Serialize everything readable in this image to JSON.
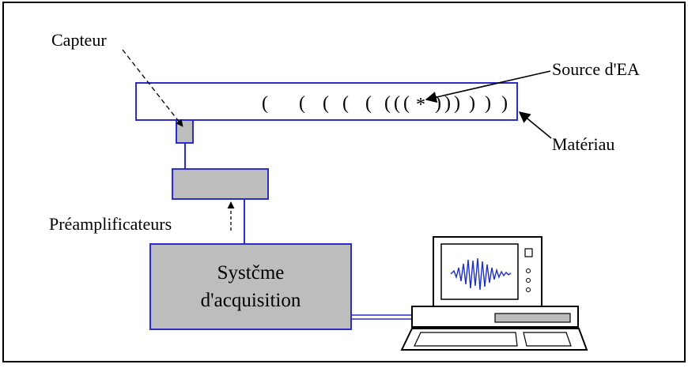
{
  "labels": {
    "capteur": "Capteur",
    "source": "Source d'EA",
    "materiau": "Matériau",
    "preamp": "Préamplificateurs",
    "systeme_line1": "Systčme",
    "systeme_line2": "d'acquisition"
  },
  "wave_glyphs": {
    "left": [
      "(",
      "(",
      "(",
      "(",
      "(",
      "(",
      "(",
      "("
    ],
    "center": "*",
    "right": [
      ")",
      ")",
      ")",
      ")",
      ")",
      ")"
    ]
  },
  "colors": {
    "outline": "#2b2bd0",
    "box_fill": "#bdbdbd",
    "monitor_signal": "#1c2fc8"
  },
  "icons": {
    "computer": "computer-icon",
    "waveform": "waveform-icon"
  }
}
